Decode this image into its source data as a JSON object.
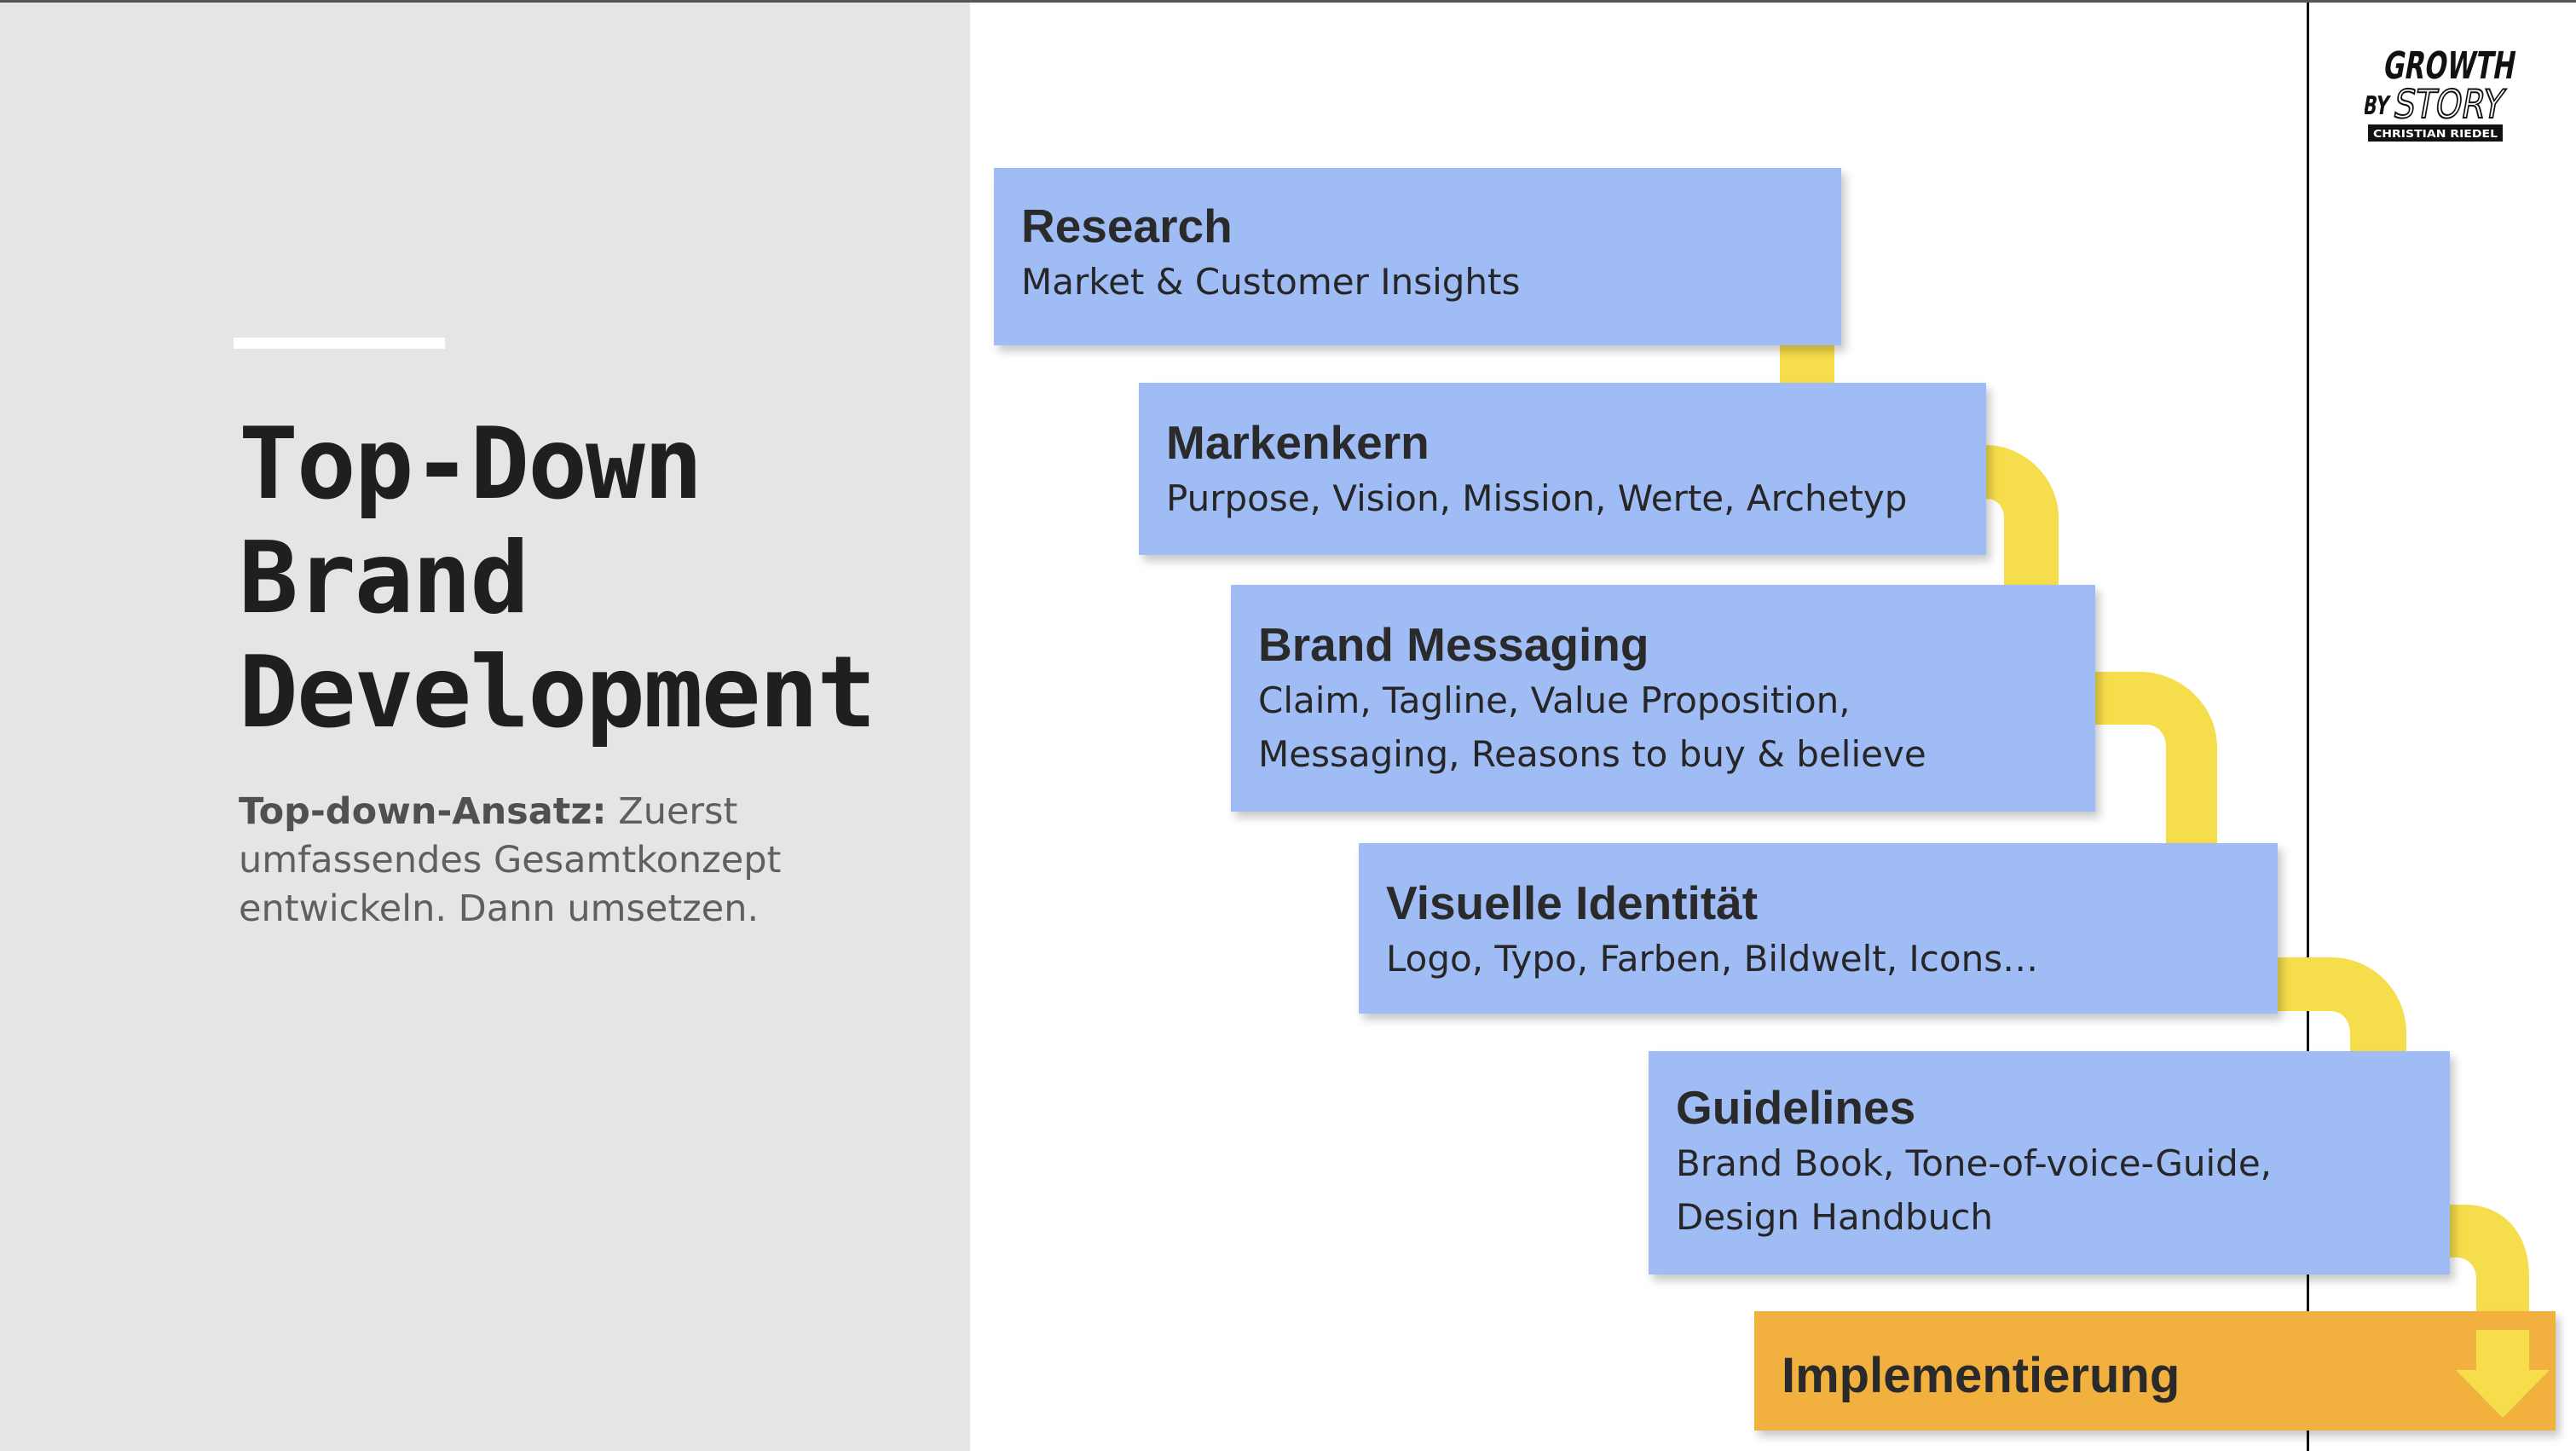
{
  "title_lines": [
    "Top-Down",
    "Brand",
    "Development"
  ],
  "intro": {
    "lead": "Top-down-Ansatz:",
    "text": " Zuerst umfassendes Gesamtkonzept entwickeln. Dann umsetzen."
  },
  "logo": {
    "line1": "GROWTH",
    "line2_left": "BY",
    "line2_right": "STORY",
    "tagline": "CHRISTIAN RIEDEL"
  },
  "steps": [
    {
      "title": "Research",
      "text": "Market & Customer Insights"
    },
    {
      "title": "Markenkern",
      "text": "Purpose, Vision, Mission, Werte, Archetyp"
    },
    {
      "title": "Brand Messaging",
      "text": "Claim, Tagline, Value Proposition,\nMessaging, Reasons to buy & believe"
    },
    {
      "title": "Visuelle Identität",
      "text": "Logo, Typo, Farben, Bildwelt, Icons…"
    },
    {
      "title": "Guidelines",
      "text": "Brand Book, Tone-of-voice-Guide,\nDesign Handbuch"
    },
    {
      "title": "Implementierung"
    }
  ],
  "colors": {
    "step_fill": "#a0bcf5",
    "final_step_fill": "#f2b13f",
    "arrow": "#f5dd4b",
    "left_panel": "#e5e5e5"
  }
}
